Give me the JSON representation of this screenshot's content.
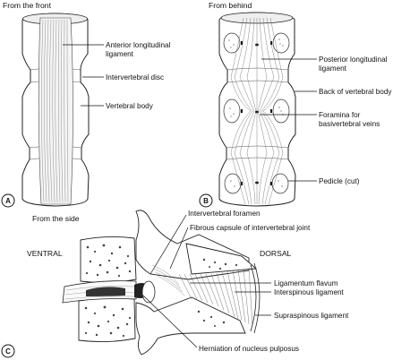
{
  "panel_a": {
    "view_label": "From the front",
    "badge": "A",
    "labels": {
      "anterior_ligament_line1": "Anterior longitudinal",
      "anterior_ligament_line2": "ligament",
      "disc": "Intervertebral disc",
      "body": "Vertebral body"
    }
  },
  "panel_b": {
    "view_label": "From behind",
    "badge": "B",
    "labels": {
      "posterior_ligament_line1": "Posterior longitudinal",
      "posterior_ligament_line2": "ligament",
      "back_body": "Back of vertebral body",
      "foramina_line1": "Foramina for",
      "foramina_line2": "basivertebral veins",
      "pedicle": "Pedicle (cut)"
    }
  },
  "panel_c": {
    "view_label": "From the side",
    "badge": "C",
    "direction_left": "VENTRAL",
    "direction_right": "DORSAL",
    "labels": {
      "foramen": "Intervertebral foramen",
      "capsule": "Fibrous capsule of intervertebral joint",
      "flavum": "Ligamentum flavum",
      "interspinous": "Interspinous ligament",
      "supraspinous": "Supraspinous ligament",
      "herniation": "Herniation of nucleus pulposus"
    }
  }
}
